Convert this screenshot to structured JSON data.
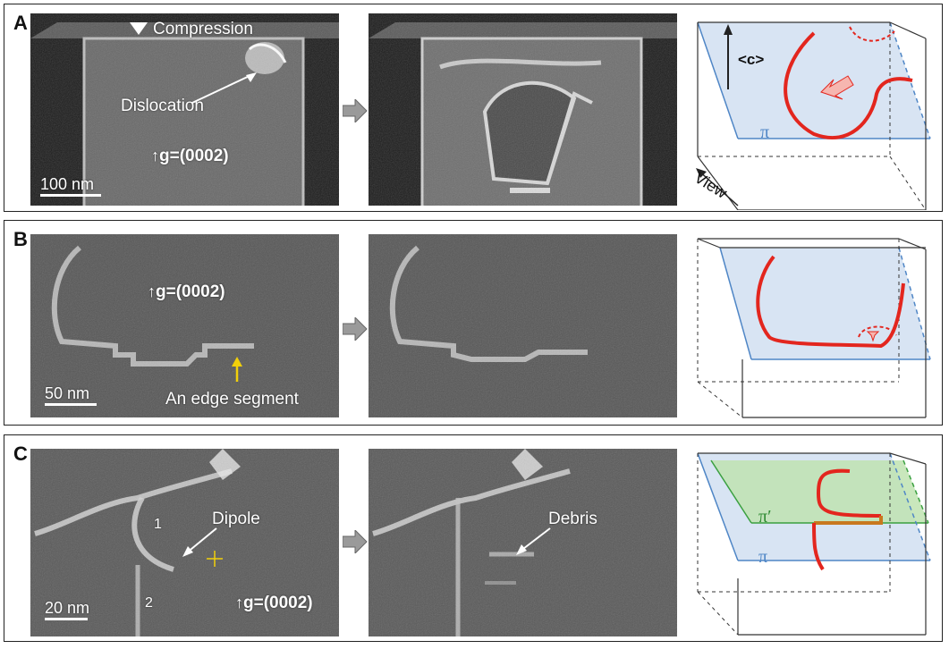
{
  "panels": [
    {
      "letter": "A",
      "labels": {
        "compression": "Compression",
        "dislocation": "Dislocation",
        "g_vector": "g=(0002)",
        "scale_bar": "100 nm",
        "c_axis": "<c>",
        "plane": "π",
        "view": "View"
      }
    },
    {
      "letter": "B",
      "labels": {
        "g_vector": "g=(0002)",
        "scale_bar": "50 nm",
        "edge_segment": "An edge segment"
      }
    },
    {
      "letter": "C",
      "labels": {
        "dipole": "Dipole",
        "debris": "Debris",
        "g_vector": "g=(0002)",
        "scale_bar": "20 nm",
        "num1": "1",
        "num2": "2",
        "plane": "π",
        "plane_prime": "π′"
      }
    }
  ],
  "colors": {
    "dislocation_line": "#e3261e",
    "basal_plane": "#c7d9ee",
    "basal_plane_edge": "#4f86c6",
    "prismatic_plane": "#bfe3b0",
    "prismatic_plane_edge": "#3aa040",
    "edge_arrow": "#f2d00a",
    "process_arrow": "#9a9a9a"
  }
}
